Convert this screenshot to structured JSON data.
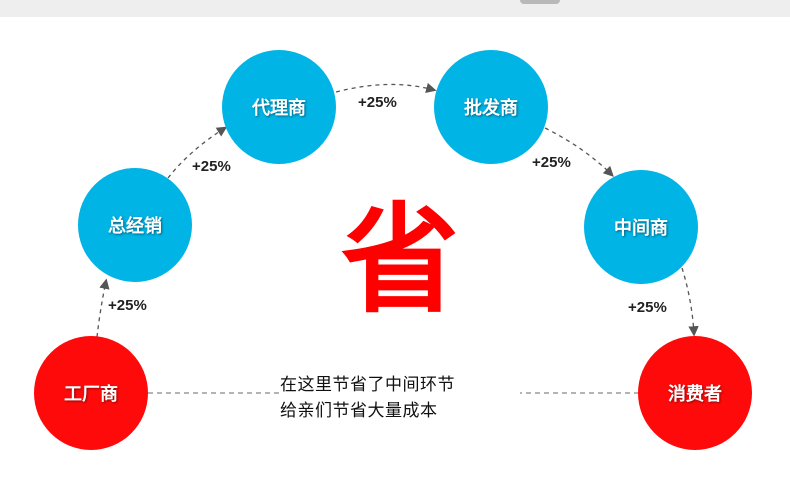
{
  "colors": {
    "blue": "#00b4e6",
    "red": "#ff0a0a",
    "arrow": "#555555",
    "big_char": "#ff0000"
  },
  "nodes": {
    "factory": "工厂商",
    "distributor": "总经销",
    "agent": "代理商",
    "wholesaler": "批发商",
    "middleman": "中间商",
    "consumer": "消费者"
  },
  "markups": {
    "factory_to_distributor": "+25%",
    "distributor_to_agent": "+25%",
    "agent_to_wholesaler": "+25%",
    "wholesaler_to_middleman": "+25%",
    "middleman_to_consumer": "+25%"
  },
  "center_char": "省",
  "note": {
    "line1": "在这里节省了中间环节",
    "line2": "给亲们节省大量成本"
  }
}
